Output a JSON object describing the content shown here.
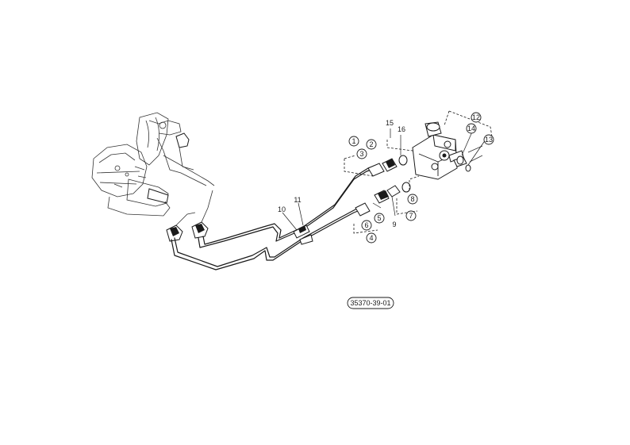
{
  "drawing_code": "35370-39-01",
  "callouts": {
    "c1": "1",
    "c2": "2",
    "c3": "3",
    "c4": "4",
    "c5": "5",
    "c6": "6",
    "c7": "7",
    "c8": "8",
    "c9": "9",
    "c10": "10",
    "c11": "11",
    "c12": "12",
    "c13": "13",
    "c14": "14",
    "c15": "15",
    "c16": "16"
  },
  "icons": [
    "pump-assembly-icon",
    "hydraulic-pipe-icon",
    "valve-block-icon",
    "fitting-icon",
    "o-ring-icon",
    "clamp-icon"
  ]
}
